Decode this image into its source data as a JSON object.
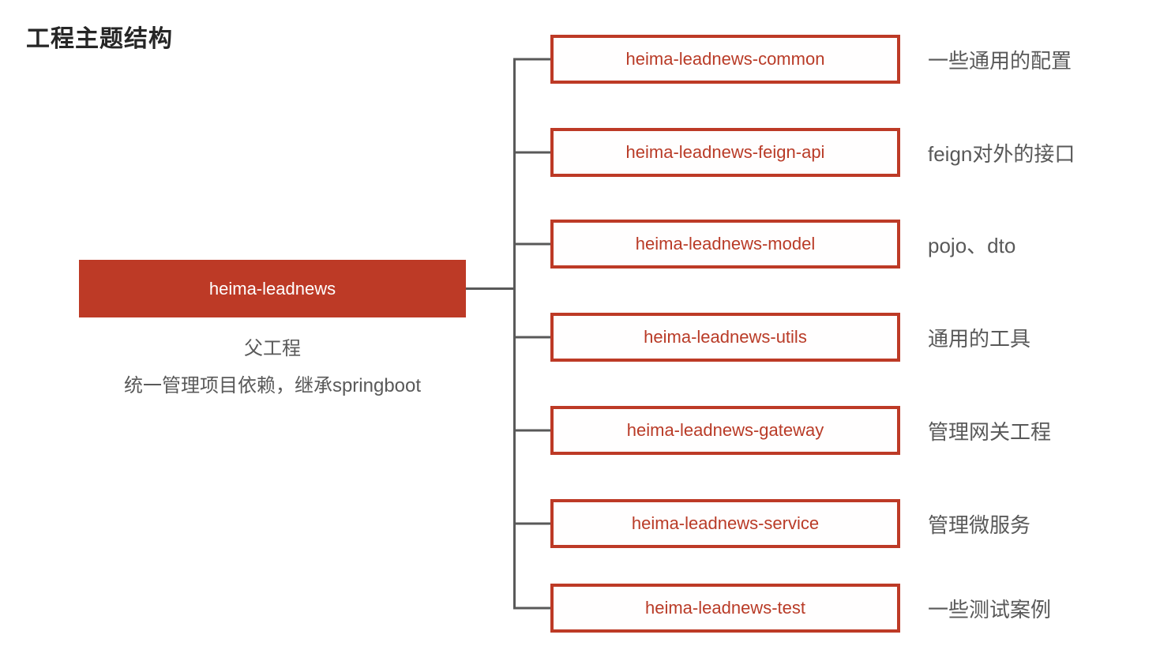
{
  "title": "工程主题结构",
  "root": {
    "name": "heima-leadnews",
    "caption_line1": "父工程",
    "caption_line2": "统一管理项目依赖，继承springboot"
  },
  "modules": [
    {
      "name": "heima-leadnews-common",
      "note": "一些通用的配置"
    },
    {
      "name": "heima-leadnews-feign-api",
      "note": "feign对外的接口"
    },
    {
      "name": "heima-leadnews-model",
      "note": "pojo、dto"
    },
    {
      "name": "heima-leadnews-utils",
      "note": "通用的工具"
    },
    {
      "name": "heima-leadnews-gateway",
      "note": "管理网关工程"
    },
    {
      "name": "heima-leadnews-service",
      "note": "管理微服务"
    },
    {
      "name": "heima-leadnews-test",
      "note": "一些测试案例"
    }
  ],
  "colors": {
    "accent_red": "#bd3a26",
    "box_text_red": "#b93b27",
    "line_gray": "#595959",
    "note_gray": "#595959",
    "title_dark": "#262626"
  }
}
